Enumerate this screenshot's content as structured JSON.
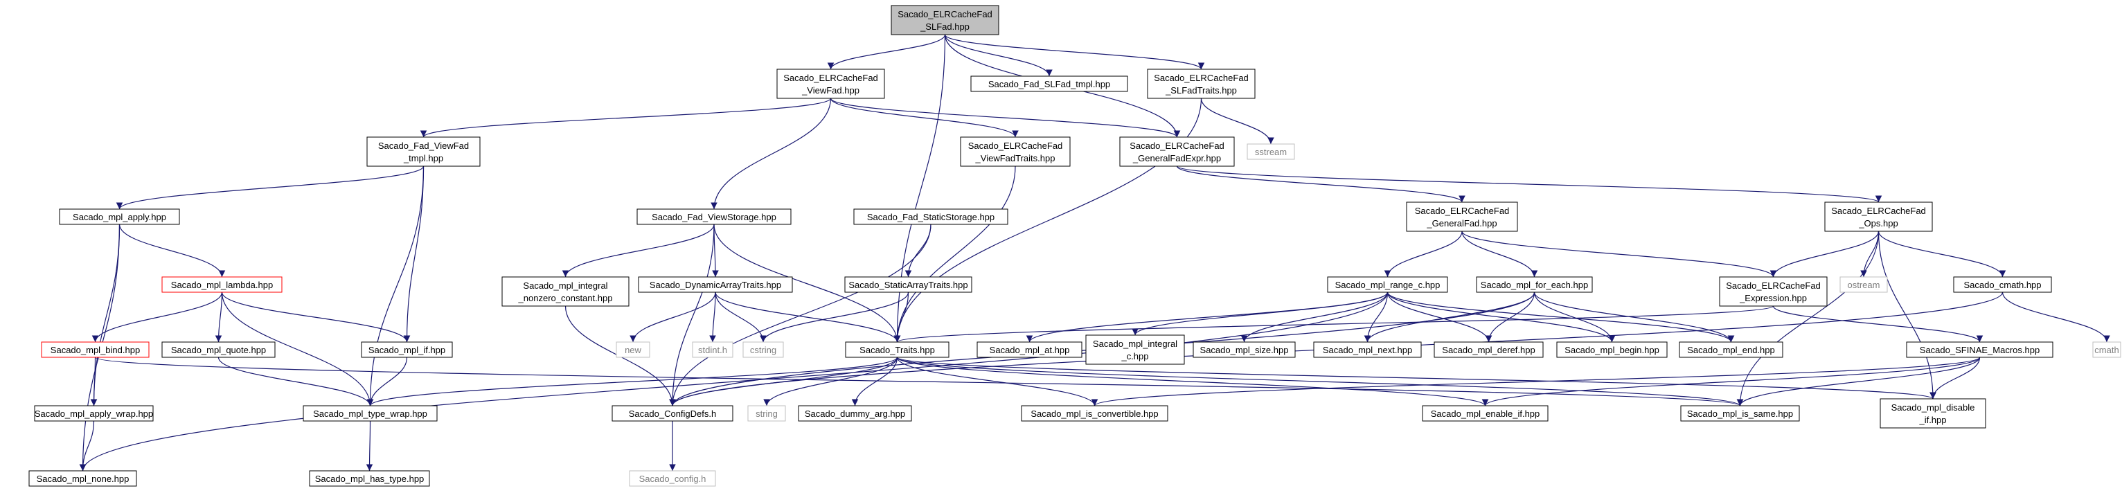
{
  "colors": {
    "edge": "#191970",
    "root_fill": "#bfbfbf",
    "box_border": "#000000",
    "red_border": "#ff0000",
    "gray_border": "#bfbfbf",
    "text": "#000000"
  },
  "nodes": [
    {
      "id": "root",
      "lines": [
        "Sacado_ELRCacheFad",
        "_SLFad.hpp"
      ],
      "style": "root"
    },
    {
      "id": "viewfad",
      "lines": [
        "Sacado_ELRCacheFad",
        "_ViewFad.hpp"
      ],
      "style": "box"
    },
    {
      "id": "slfad_tmpl",
      "lines": [
        "Sacado_Fad_SLFad_tmpl.hpp"
      ],
      "style": "box"
    },
    {
      "id": "slfadtraits",
      "lines": [
        "Sacado_ELRCacheFad",
        "_SLFadTraits.hpp"
      ],
      "style": "box"
    },
    {
      "id": "viewfad_tmpl",
      "lines": [
        "Sacado_Fad_ViewFad",
        "_tmpl.hpp"
      ],
      "style": "box"
    },
    {
      "id": "viewfadtraits",
      "lines": [
        "Sacado_ELRCacheFad",
        "_ViewFadTraits.hpp"
      ],
      "style": "box"
    },
    {
      "id": "generalfadexpr",
      "lines": [
        "Sacado_ELRCacheFad",
        "_GeneralFadExpr.hpp"
      ],
      "style": "box"
    },
    {
      "id": "sstream",
      "lines": [
        "sstream"
      ],
      "style": "gray"
    },
    {
      "id": "mpl_apply",
      "lines": [
        "Sacado_mpl_apply.hpp"
      ],
      "style": "box"
    },
    {
      "id": "viewstorage",
      "lines": [
        "Sacado_Fad_ViewStorage.hpp"
      ],
      "style": "box"
    },
    {
      "id": "staticstorage",
      "lines": [
        "Sacado_Fad_StaticStorage.hpp"
      ],
      "style": "box"
    },
    {
      "id": "generalfad",
      "lines": [
        "Sacado_ELRCacheFad",
        "_GeneralFad.hpp"
      ],
      "style": "box"
    },
    {
      "id": "ops",
      "lines": [
        "Sacado_ELRCacheFad",
        "_Ops.hpp"
      ],
      "style": "box"
    },
    {
      "id": "mpl_lambda",
      "lines": [
        "Sacado_mpl_lambda.hpp"
      ],
      "style": "red"
    },
    {
      "id": "mpl_integral_nz",
      "lines": [
        "Sacado_mpl_integral",
        "_nonzero_constant.hpp"
      ],
      "style": "box"
    },
    {
      "id": "dynarraytraits",
      "lines": [
        "Sacado_DynamicArrayTraits.hpp"
      ],
      "style": "box"
    },
    {
      "id": "staticarraytraits",
      "lines": [
        "Sacado_StaticArrayTraits.hpp"
      ],
      "style": "box"
    },
    {
      "id": "mpl_range_c",
      "lines": [
        "Sacado_mpl_range_c.hpp"
      ],
      "style": "box"
    },
    {
      "id": "mpl_for_each",
      "lines": [
        "Sacado_mpl_for_each.hpp"
      ],
      "style": "box"
    },
    {
      "id": "expression",
      "lines": [
        "Sacado_ELRCacheFad",
        "_Expression.hpp"
      ],
      "style": "box"
    },
    {
      "id": "ostream",
      "lines": [
        "ostream"
      ],
      "style": "gray"
    },
    {
      "id": "cmath_hpp",
      "lines": [
        "Sacado_cmath.hpp"
      ],
      "style": "box"
    },
    {
      "id": "mpl_bind",
      "lines": [
        "Sacado_mpl_bind.hpp"
      ],
      "style": "red"
    },
    {
      "id": "mpl_quote",
      "lines": [
        "Sacado_mpl_quote.hpp"
      ],
      "style": "box"
    },
    {
      "id": "mpl_if",
      "lines": [
        "Sacado_mpl_if.hpp"
      ],
      "style": "box"
    },
    {
      "id": "new",
      "lines": [
        "new"
      ],
      "style": "gray"
    },
    {
      "id": "stdint",
      "lines": [
        "stdint.h"
      ],
      "style": "gray"
    },
    {
      "id": "cstring",
      "lines": [
        "cstring"
      ],
      "style": "gray"
    },
    {
      "id": "traits",
      "lines": [
        "Sacado_Traits.hpp"
      ],
      "style": "box"
    },
    {
      "id": "mpl_at",
      "lines": [
        "Sacado_mpl_at.hpp"
      ],
      "style": "box"
    },
    {
      "id": "mpl_integral_c",
      "lines": [
        "Sacado_mpl_integral",
        "_c.hpp"
      ],
      "style": "box"
    },
    {
      "id": "mpl_size",
      "lines": [
        "Sacado_mpl_size.hpp"
      ],
      "style": "box"
    },
    {
      "id": "mpl_next",
      "lines": [
        "Sacado_mpl_next.hpp"
      ],
      "style": "box"
    },
    {
      "id": "mpl_deref",
      "lines": [
        "Sacado_mpl_deref.hpp"
      ],
      "style": "box"
    },
    {
      "id": "mpl_begin",
      "lines": [
        "Sacado_mpl_begin.hpp"
      ],
      "style": "box"
    },
    {
      "id": "mpl_end",
      "lines": [
        "Sacado_mpl_end.hpp"
      ],
      "style": "box"
    },
    {
      "id": "sfinae",
      "lines": [
        "Sacado_SFINAE_Macros.hpp"
      ],
      "style": "box"
    },
    {
      "id": "cmath",
      "lines": [
        "cmath"
      ],
      "style": "gray"
    },
    {
      "id": "mpl_apply_wrap",
      "lines": [
        "Sacado_mpl_apply_wrap.hpp"
      ],
      "style": "box"
    },
    {
      "id": "mpl_type_wrap",
      "lines": [
        "Sacado_mpl_type_wrap.hpp"
      ],
      "style": "box"
    },
    {
      "id": "configdefs",
      "lines": [
        "Sacado_ConfigDefs.h"
      ],
      "style": "box"
    },
    {
      "id": "string",
      "lines": [
        "string"
      ],
      "style": "gray"
    },
    {
      "id": "dummy_arg",
      "lines": [
        "Sacado_dummy_arg.hpp"
      ],
      "style": "box"
    },
    {
      "id": "mpl_is_convertible",
      "lines": [
        "Sacado_mpl_is_convertible.hpp"
      ],
      "style": "box"
    },
    {
      "id": "mpl_enable_if",
      "lines": [
        "Sacado_mpl_enable_if.hpp"
      ],
      "style": "box"
    },
    {
      "id": "mpl_is_same",
      "lines": [
        "Sacado_mpl_is_same.hpp"
      ],
      "style": "box"
    },
    {
      "id": "mpl_disable_if",
      "lines": [
        "Sacado_mpl_disable",
        "_if.hpp"
      ],
      "style": "box"
    },
    {
      "id": "mpl_none",
      "lines": [
        "Sacado_mpl_none.hpp"
      ],
      "style": "box"
    },
    {
      "id": "mpl_has_type",
      "lines": [
        "Sacado_mpl_has_type.hpp"
      ],
      "style": "box"
    },
    {
      "id": "config",
      "lines": [
        "Sacado_config.h"
      ],
      "style": "gray"
    }
  ],
  "edges": [
    [
      "root",
      "viewfad"
    ],
    [
      "root",
      "slfad_tmpl"
    ],
    [
      "root",
      "slfadtraits"
    ],
    [
      "root",
      "generalfadexpr"
    ],
    [
      "root",
      "traits"
    ],
    [
      "viewfad",
      "viewfad_tmpl"
    ],
    [
      "viewfad",
      "viewfadtraits"
    ],
    [
      "viewfad",
      "generalfadexpr"
    ],
    [
      "viewfad",
      "viewstorage"
    ],
    [
      "slfadtraits",
      "sstream"
    ],
    [
      "slfadtraits",
      "traits"
    ],
    [
      "viewfad_tmpl",
      "mpl_apply"
    ],
    [
      "viewfad_tmpl",
      "mpl_if"
    ],
    [
      "viewfad_tmpl",
      "mpl_type_wrap"
    ],
    [
      "viewfadtraits",
      "traits"
    ],
    [
      "generalfadexpr",
      "generalfad"
    ],
    [
      "generalfadexpr",
      "ops"
    ],
    [
      "mpl_apply",
      "mpl_lambda"
    ],
    [
      "mpl_apply",
      "mpl_apply_wrap"
    ],
    [
      "mpl_apply",
      "mpl_none"
    ],
    [
      "viewstorage",
      "mpl_integral_nz"
    ],
    [
      "viewstorage",
      "dynarraytraits"
    ],
    [
      "viewstorage",
      "traits"
    ],
    [
      "viewstorage",
      "configdefs"
    ],
    [
      "staticstorage",
      "staticarraytraits"
    ],
    [
      "staticstorage",
      "configdefs"
    ],
    [
      "generalfad",
      "mpl_range_c"
    ],
    [
      "generalfad",
      "mpl_for_each"
    ],
    [
      "generalfad",
      "expression"
    ],
    [
      "ops",
      "expression"
    ],
    [
      "ops",
      "ostream"
    ],
    [
      "ops",
      "cmath_hpp"
    ],
    [
      "ops",
      "mpl_is_same"
    ],
    [
      "ops",
      "mpl_disable_if"
    ],
    [
      "mpl_lambda",
      "mpl_bind"
    ],
    [
      "mpl_lambda",
      "mpl_quote"
    ],
    [
      "mpl_lambda",
      "mpl_if"
    ],
    [
      "mpl_lambda",
      "mpl_type_wrap"
    ],
    [
      "mpl_integral_nz",
      "configdefs"
    ],
    [
      "dynarraytraits",
      "new"
    ],
    [
      "dynarraytraits",
      "stdint"
    ],
    [
      "dynarraytraits",
      "cstring"
    ],
    [
      "dynarraytraits",
      "traits"
    ],
    [
      "staticarraytraits",
      "cstring"
    ],
    [
      "staticarraytraits",
      "traits"
    ],
    [
      "mpl_range_c",
      "mpl_none"
    ],
    [
      "mpl_range_c",
      "mpl_at"
    ],
    [
      "mpl_range_c",
      "mpl_integral_c"
    ],
    [
      "mpl_range_c",
      "mpl_size"
    ],
    [
      "mpl_range_c",
      "mpl_next"
    ],
    [
      "mpl_range_c",
      "mpl_deref"
    ],
    [
      "mpl_range_c",
      "mpl_begin"
    ],
    [
      "mpl_range_c",
      "mpl_end"
    ],
    [
      "mpl_for_each",
      "mpl_next"
    ],
    [
      "mpl_for_each",
      "mpl_deref"
    ],
    [
      "mpl_for_each",
      "mpl_begin"
    ],
    [
      "mpl_for_each",
      "mpl_end"
    ],
    [
      "mpl_for_each",
      "configdefs"
    ],
    [
      "expression",
      "traits"
    ],
    [
      "expression",
      "sfinae"
    ],
    [
      "cmath_hpp",
      "cmath"
    ],
    [
      "cmath_hpp",
      "configdefs"
    ],
    [
      "mpl_bind",
      "mpl_apply_wrap"
    ],
    [
      "mpl_bind",
      "mpl_is_same"
    ],
    [
      "mpl_quote",
      "mpl_type_wrap"
    ],
    [
      "mpl_if",
      "mpl_type_wrap"
    ],
    [
      "traits",
      "configdefs"
    ],
    [
      "traits",
      "string"
    ],
    [
      "traits",
      "dummy_arg"
    ],
    [
      "traits",
      "mpl_is_convertible"
    ],
    [
      "traits",
      "mpl_enable_if"
    ],
    [
      "traits",
      "mpl_is_same"
    ],
    [
      "traits",
      "mpl_disable_if"
    ],
    [
      "traits",
      "mpl_type_wrap"
    ],
    [
      "sfinae",
      "mpl_is_convertible"
    ],
    [
      "sfinae",
      "mpl_enable_if"
    ],
    [
      "sfinae",
      "mpl_is_same"
    ],
    [
      "sfinae",
      "mpl_disable_if"
    ],
    [
      "mpl_apply_wrap",
      "mpl_none"
    ],
    [
      "mpl_type_wrap",
      "mpl_has_type"
    ],
    [
      "configdefs",
      "config"
    ]
  ]
}
